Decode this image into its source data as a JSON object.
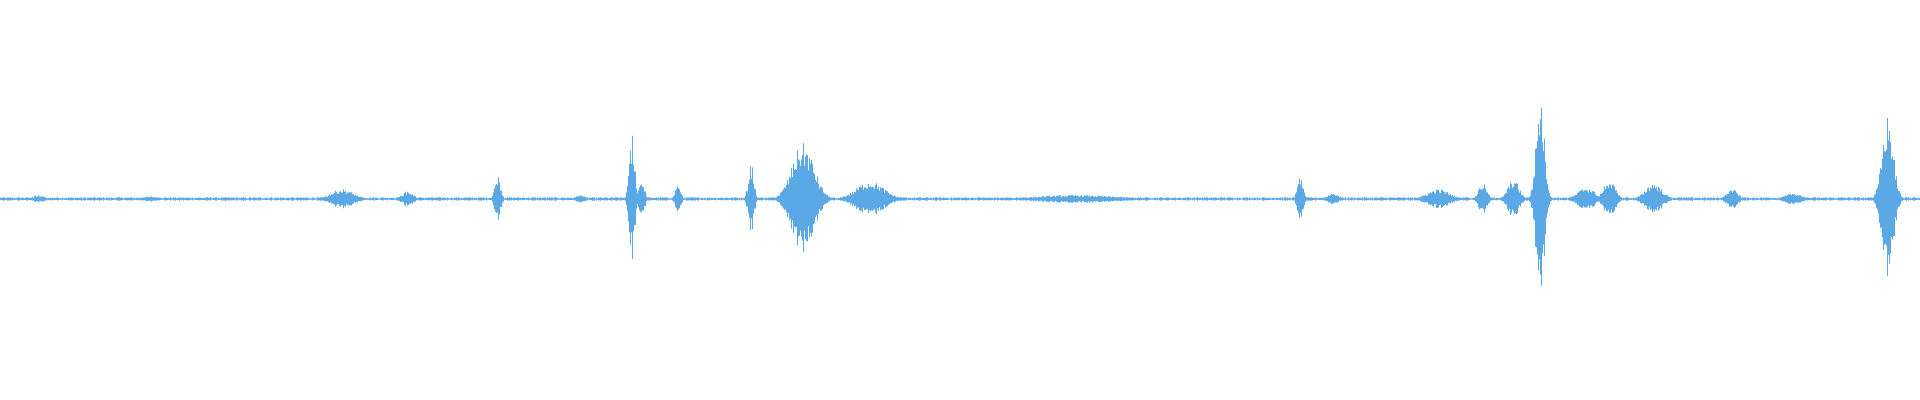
{
  "waveform": {
    "color": "#5aa9e6",
    "baseline_amplitude": 0.006,
    "duration_fraction_ticks": 1920,
    "events": [
      {
        "position": 0.02,
        "peak": 0.02,
        "width": 0.004
      },
      {
        "position": 0.078,
        "peak": 0.015,
        "width": 0.006
      },
      {
        "position": 0.178,
        "peak": 0.05,
        "width": 0.008
      },
      {
        "position": 0.212,
        "peak": 0.04,
        "width": 0.004
      },
      {
        "position": 0.259,
        "peak": 0.12,
        "width": 0.002
      },
      {
        "position": 0.302,
        "peak": 0.02,
        "width": 0.003
      },
      {
        "position": 0.329,
        "peak": 0.32,
        "width": 0.002
      },
      {
        "position": 0.334,
        "peak": 0.1,
        "width": 0.002
      },
      {
        "position": 0.353,
        "peak": 0.07,
        "width": 0.002
      },
      {
        "position": 0.391,
        "peak": 0.18,
        "width": 0.002
      },
      {
        "position": 0.418,
        "peak": 0.28,
        "width": 0.008
      },
      {
        "position": 0.453,
        "peak": 0.09,
        "width": 0.01
      },
      {
        "position": 0.56,
        "peak": 0.02,
        "width": 0.03
      },
      {
        "position": 0.677,
        "peak": 0.12,
        "width": 0.002
      },
      {
        "position": 0.694,
        "peak": 0.03,
        "width": 0.004
      },
      {
        "position": 0.749,
        "peak": 0.05,
        "width": 0.008
      },
      {
        "position": 0.772,
        "peak": 0.08,
        "width": 0.003
      },
      {
        "position": 0.788,
        "peak": 0.1,
        "width": 0.004
      },
      {
        "position": 0.802,
        "peak": 0.52,
        "width": 0.003
      },
      {
        "position": 0.826,
        "peak": 0.06,
        "width": 0.006
      },
      {
        "position": 0.838,
        "peak": 0.1,
        "width": 0.004
      },
      {
        "position": 0.861,
        "peak": 0.08,
        "width": 0.006
      },
      {
        "position": 0.902,
        "peak": 0.05,
        "width": 0.004
      },
      {
        "position": 0.934,
        "peak": 0.03,
        "width": 0.006
      },
      {
        "position": 0.983,
        "peak": 0.42,
        "width": 0.004
      }
    ]
  }
}
